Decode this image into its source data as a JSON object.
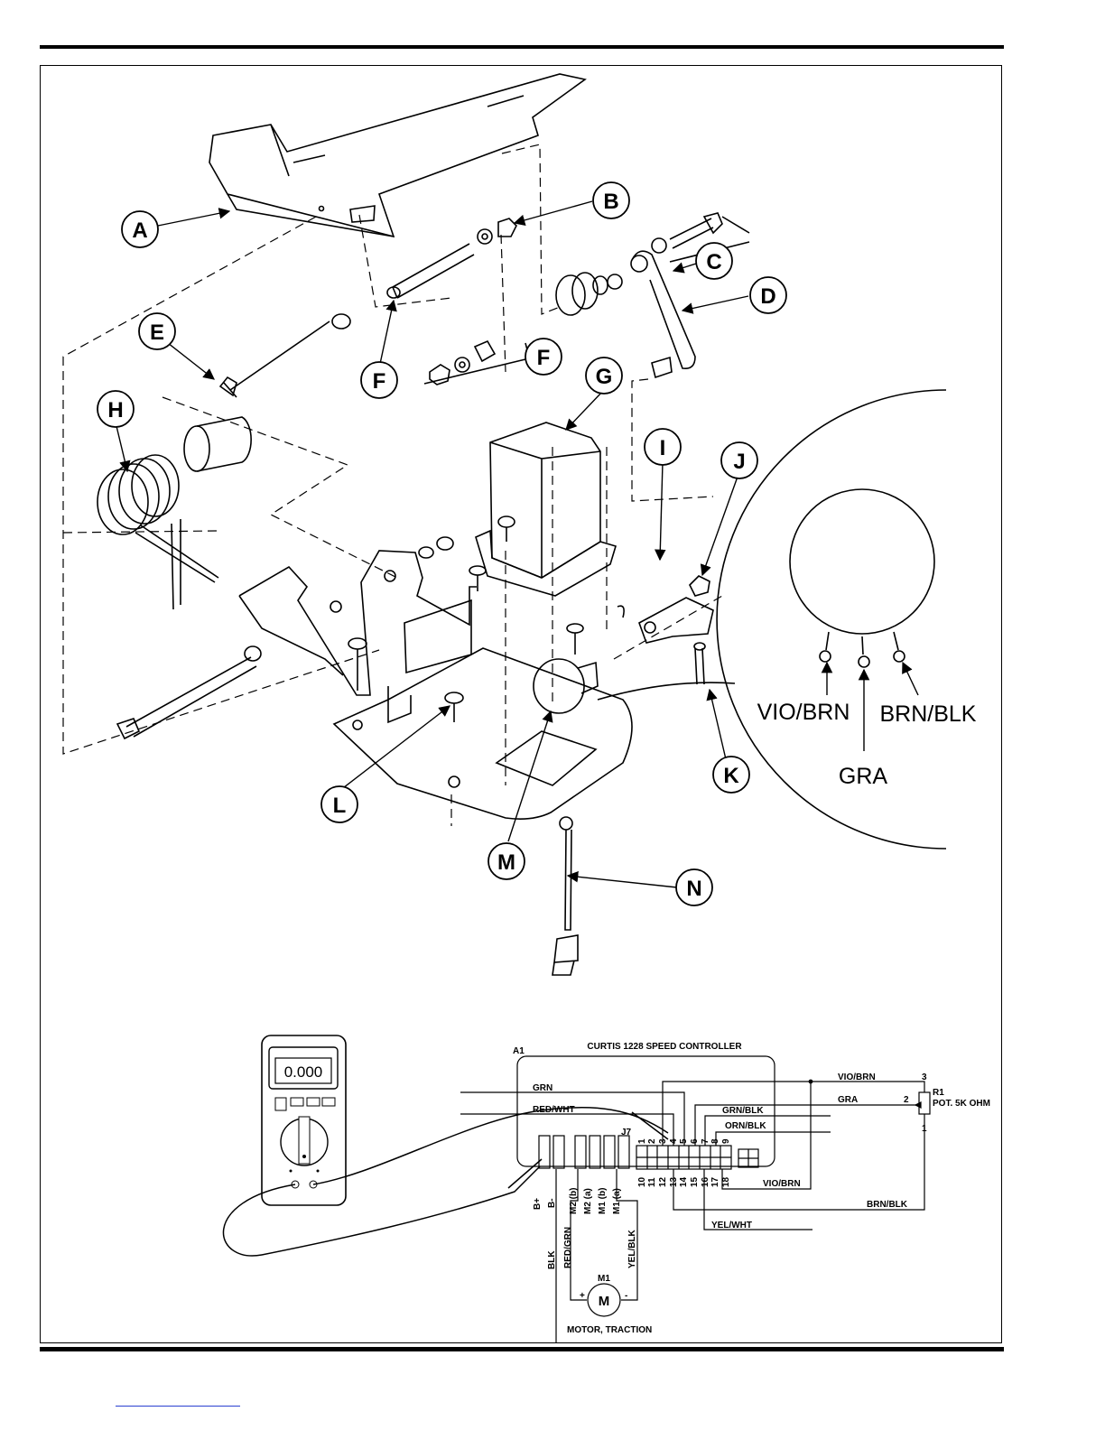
{
  "exploded_view": {
    "callouts": [
      "A",
      "B",
      "C",
      "D",
      "E",
      "F",
      "F",
      "G",
      "H",
      "I",
      "J",
      "K",
      "L",
      "M",
      "N"
    ],
    "pot_wires": {
      "left": "VIO/BRN",
      "center": "GRA",
      "right": "BRN/BLK"
    }
  },
  "schematic": {
    "meter_reading": "0.000",
    "controller_ref": "A1",
    "controller_title": "CURTIS 1228 SPEED CONTROLLER",
    "connector_ref": "J7",
    "top_pins": [
      "1",
      "2",
      "3",
      "4",
      "5",
      "6",
      "7",
      "8",
      "9"
    ],
    "bottom_pins": [
      "10",
      "11",
      "12",
      "13",
      "14",
      "15",
      "16",
      "17",
      "18"
    ],
    "power_terminals": [
      "B+",
      "B-",
      "M2 (b)",
      "M2 (a)",
      "M1 (b)",
      "M1 (a)"
    ],
    "wires": {
      "grn": "GRN",
      "red_wht": "RED/WHT",
      "vio_brn_top": "VIO/BRN",
      "gra": "GRA",
      "grn_blk": "GRN/BLK",
      "orn_blk": "ORN/BLK",
      "vio_brn_bottom": "VIO/BRN",
      "brn_blk": "BRN/BLK",
      "yel_wht": "YEL/WHT",
      "blk": "BLK",
      "red_grn": "RED/GRN",
      "yel_blk": "YEL/BLK"
    },
    "pot": {
      "ref": "R1",
      "desc": "POT. 5K OHM",
      "pin_top": "3",
      "pin_wiper": "2",
      "pin_bottom": "1"
    },
    "motor": {
      "ref": "M1",
      "symbol": "M",
      "plus": "+",
      "minus": "-",
      "desc": "MOTOR, TRACTION"
    }
  }
}
